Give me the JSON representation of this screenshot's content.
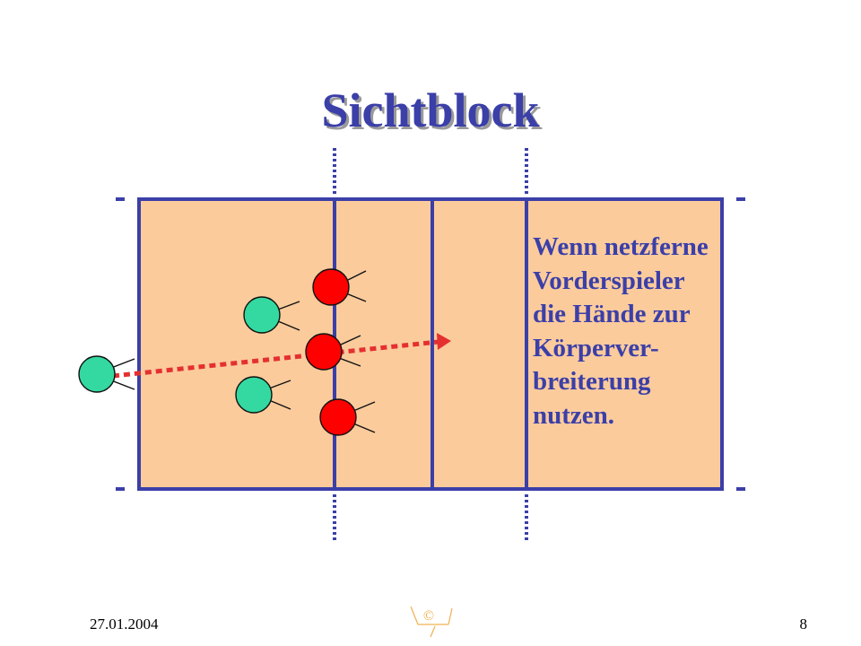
{
  "slide": {
    "title": "Sichtblock",
    "caption_lines": [
      "Wenn netzferne",
      "Vorderspieler",
      "die Hände zur",
      "Körperver-",
      "breiterung",
      "nutzen."
    ]
  },
  "footer": {
    "date": "27.01.2004",
    "page_number": "8",
    "logo_mark": "©"
  },
  "colors": {
    "court_fill": "#fbcb9c",
    "court_line": "#3b3fa8",
    "blocker_red": "#ff0000",
    "player_green": "#33d9a0",
    "ball_path": "#e53030",
    "title_color": "#3b3fa8",
    "logo_color": "#f0b050"
  },
  "icons": {
    "blocker": "red-circle-player-icon",
    "teammate": "green-circle-player-icon",
    "attack_path": "dotted-arrow-icon",
    "logo": "club-logo-icon"
  }
}
